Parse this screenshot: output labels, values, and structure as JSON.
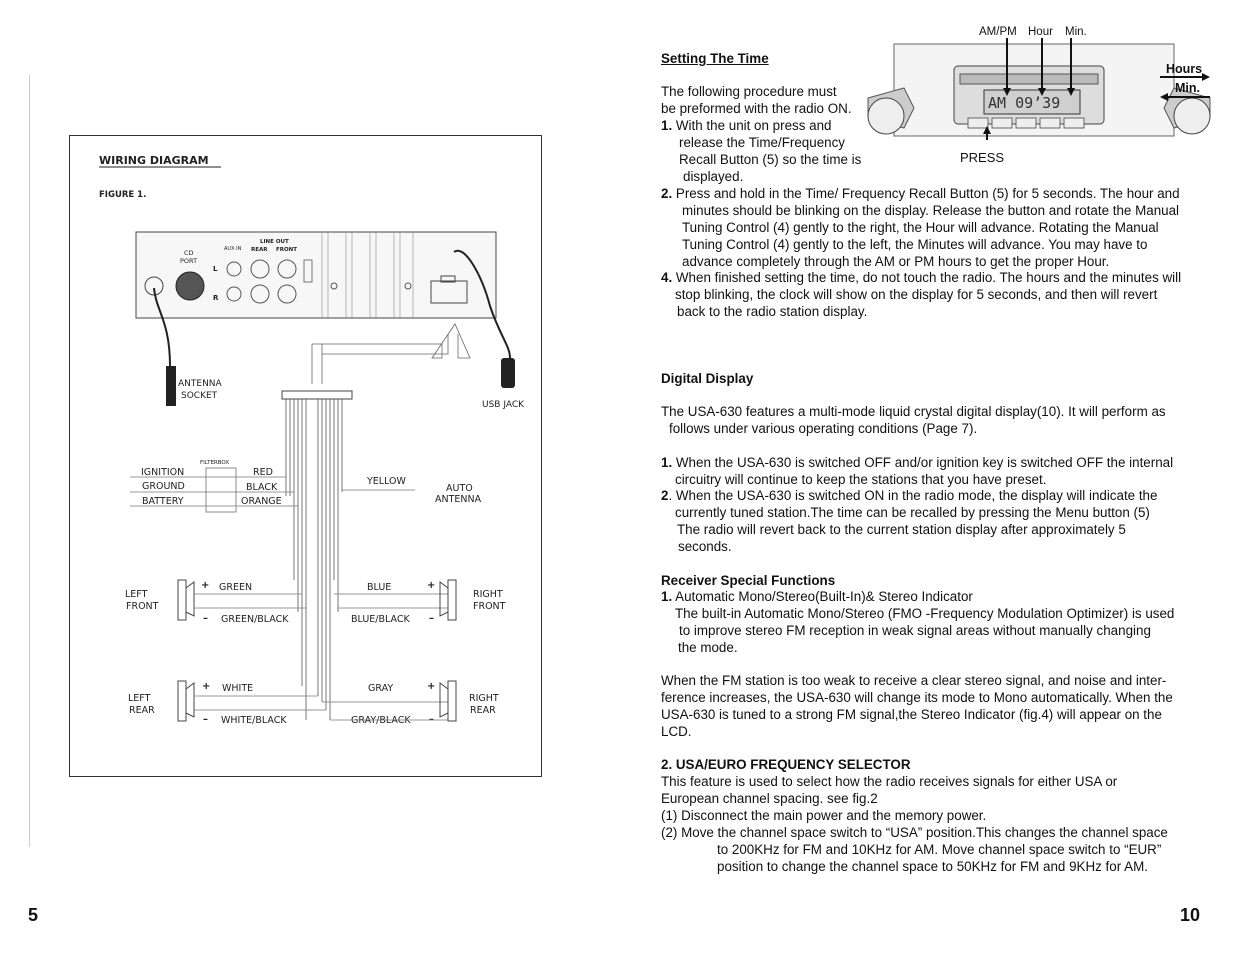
{
  "left_page": {
    "page_number": "5",
    "diagram": {
      "title": "WIRING DIAGRAM",
      "figure": "FIGURE 1.",
      "cd_port": [
        "CD",
        "PORT"
      ],
      "aux_in": "AUX IN",
      "line_out": "LINE OUT",
      "rear": "REAR",
      "front": "FRONT",
      "l": "L",
      "r": "R",
      "antenna_socket": [
        "ANTENNA",
        "SOCKET"
      ],
      "usb_jack": "USB JACK",
      "filterbox": "FILTERBOX",
      "ignition": "IGNITION",
      "ground": "GROUND",
      "battery": "BATTERY",
      "red": "RED",
      "black": "BLACK",
      "orange": "ORANGE",
      "yellow": "YELLOW",
      "auto_antenna": [
        "AUTO",
        "ANTENNA"
      ],
      "left_front": [
        "LEFT",
        "FRONT"
      ],
      "right_front": [
        "RIGHT",
        "FRONT"
      ],
      "left_rear": [
        "LEFT",
        "REAR"
      ],
      "right_rear": [
        "RIGHT",
        "REAR"
      ],
      "green": "GREEN",
      "green_black": "GREEN/BLACK",
      "blue": "BLUE",
      "blue_black": "BLUE/BLACK",
      "white": "WHITE",
      "white_black": "WHITE/BLACK",
      "gray": "GRAY",
      "gray_black": "GRAY/BLACK",
      "plus": "+",
      "minus": "–"
    }
  },
  "right_page": {
    "page_number": "10",
    "figure": {
      "ampm": "AM/PM",
      "hour": "Hour",
      "min": "Min.",
      "display": "AM 09’39",
      "hours_side": "Hours",
      "min_side": "Min.",
      "press": "PRESS"
    },
    "setting_time": {
      "heading": "Setting The Time",
      "intro": [
        "The following procedure must",
        "be preformed with the radio ON."
      ],
      "step1": {
        "num": "1.",
        "lines": [
          "With the unit on press and",
          "release the Time/Frequency",
          "Recall Button (5) so the time is",
          "displayed."
        ]
      },
      "step2": {
        "num": "2.",
        "lines": [
          "Press and hold in the Time/ Frequency Recall Button (5) for 5 seconds. The hour and",
          "minutes should be blinking on the display. Release the button and rotate the Manual",
          "Tuning Control (4) gently to the right, the Hour will advance. Rotating the Manual",
          "Tuning Control (4) gently to the left, the Minutes will advance. You may have to",
          "advance completely through the AM or PM hours to get the proper Hour."
        ]
      },
      "step4": {
        "num": "4.",
        "lines": [
          "When finished setting the time, do not touch the radio. The hours and the minutes will",
          "stop blinking, the clock will show on the display for 5 seconds, and then will revert",
          "back to the radio station display."
        ]
      }
    },
    "digital_display": {
      "heading": "Digital Display",
      "intro": [
        "The USA-630 features a multi-mode liquid crystal digital display(10). It will perform as",
        "follows under various operating conditions (Page 7)."
      ],
      "item1": {
        "num": "1.",
        "lines": [
          "When the USA-630 is switched OFF and/or ignition key is switched OFF the internal",
          "circuitry will continue to keep the stations that you have preset."
        ]
      },
      "item2": {
        "num": "2",
        "lines": [
          ". When the USA-630 is switched ON in the radio mode, the display will indicate the",
          "currently tuned station.The time can be recalled by pressing the Menu button (5)",
          "The radio will revert back to the current station display after approximately 5",
          "seconds."
        ]
      }
    },
    "receiver": {
      "heading": "Receiver Special Functions",
      "item1_num": "1.",
      "item1_title": "Automatic Mono/Stereo(Built-In)& Stereo Indicator",
      "item1_lines": [
        "The built-in Automatic Mono/Stereo (FMO -Frequency Modulation Optimizer) is used",
        "to improve stereo FM reception in weak signal areas without manually changing",
        "the mode."
      ],
      "para": [
        "When the FM station is too weak to receive a clear stereo signal, and noise and inter-",
        "ference increases, the USA-630 will change its mode to Mono automatically. When the",
        "USA-630 is tuned to a strong FM signal,the Stereo Indicator (fig.4) will appear on the",
        "LCD."
      ]
    },
    "freq_selector": {
      "heading": "2. USA/EURO FREQUENCY SELECTOR",
      "lines": [
        "This feature is used to select how the radio receives signals for either  USA or",
        "European channel spacing. see fig.2",
        "(1) Disconnect the main power and the memory power.",
        "(2) Move the channel space switch to “USA” position.This changes the channel space"
      ],
      "indented": [
        "to 200KHz for FM and 10KHz for AM. Move channel space switch to “EUR”",
        "position to change the channel space to 50KHz for FM and 9KHz for AM."
      ]
    }
  }
}
